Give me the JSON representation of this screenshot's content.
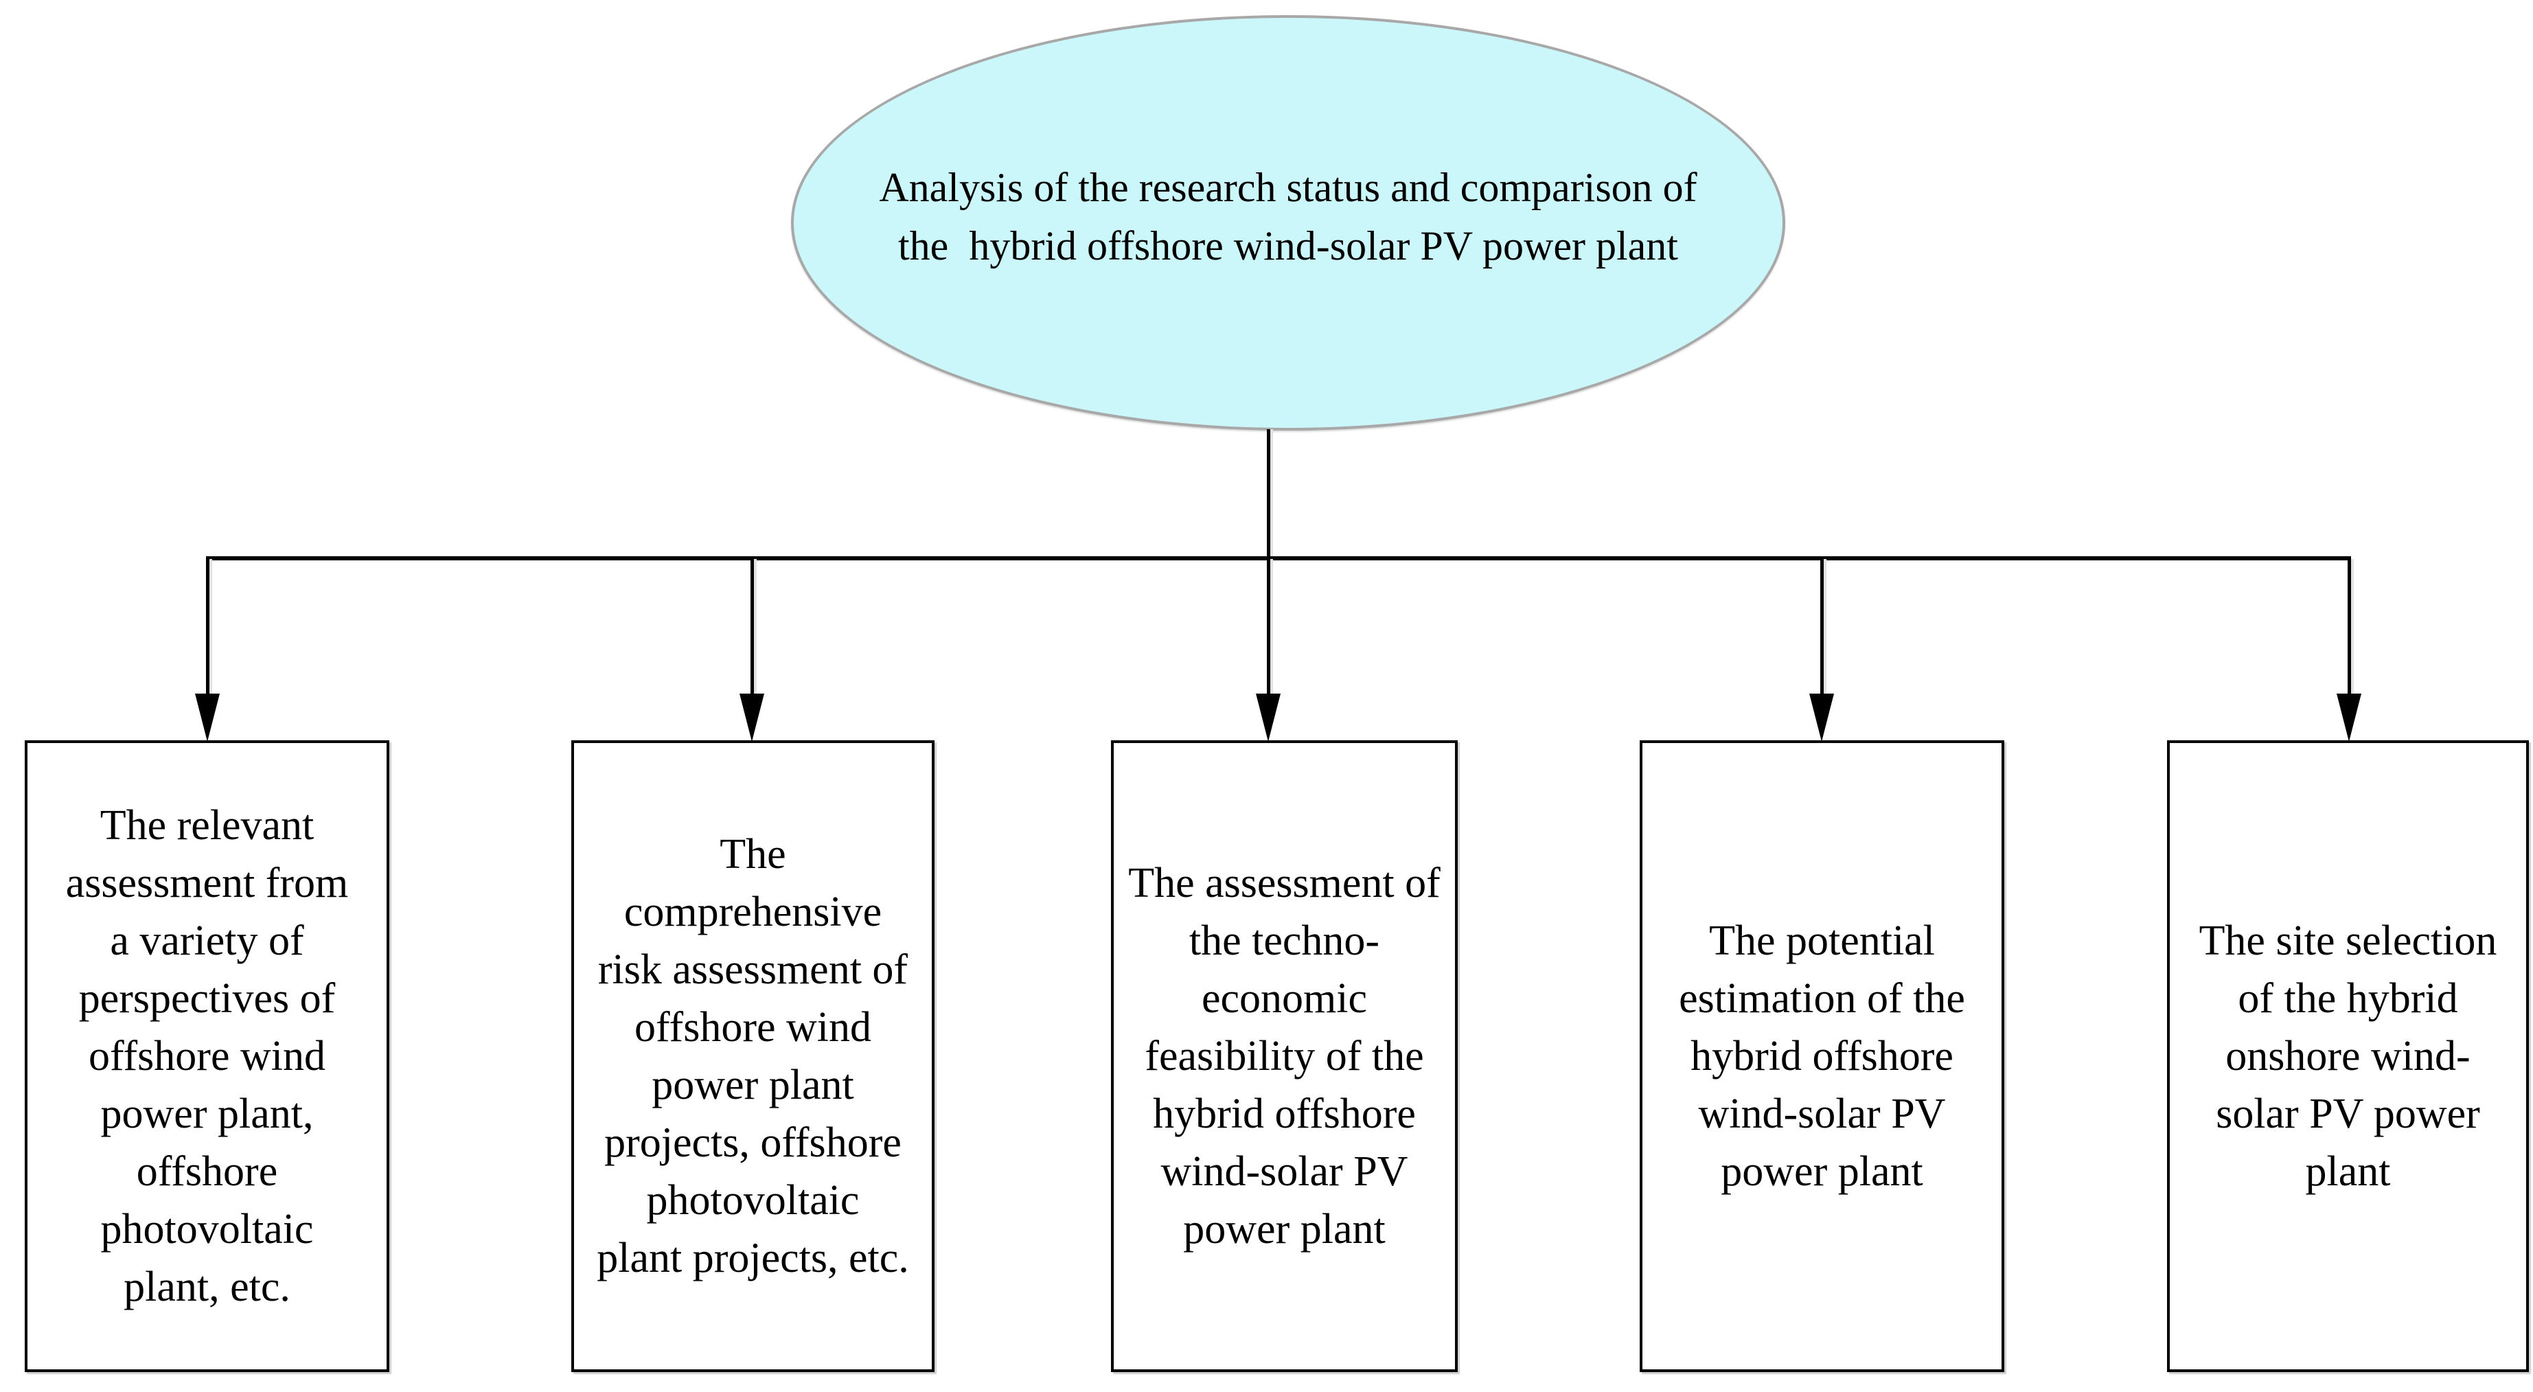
{
  "diagram": {
    "type": "hierarchy-flowchart",
    "colors": {
      "background": "#ffffff",
      "root_fill": "#ccf7fa",
      "root_border": "#a8a8a8",
      "box_border": "#000000",
      "connector": "#000000",
      "text": "#000000"
    },
    "root": {
      "lines": [
        "Analysis of the research status and comparison of",
        "the  hybrid offshore wind-solar PV power plant"
      ]
    },
    "children": [
      {
        "lines": [
          "The relevant",
          "assessment from",
          "a variety of",
          "perspectives of",
          "offshore wind",
          "power plant,",
          "offshore",
          "photovoltaic",
          "plant, etc."
        ]
      },
      {
        "lines": [
          "The",
          "comprehensive",
          "risk assessment of",
          "offshore wind",
          "power plant",
          "projects, offshore",
          "photovoltaic",
          "plant projects, etc."
        ]
      },
      {
        "lines": [
          "The assessment of",
          "the techno-",
          "economic",
          "feasibility of the",
          "hybrid offshore",
          "wind-solar PV",
          "power plant"
        ]
      },
      {
        "lines": [
          "The potential",
          "estimation of the",
          "hybrid offshore",
          "wind-solar PV",
          "power plant"
        ]
      },
      {
        "lines": [
          "The site selection",
          "of the hybrid",
          "onshore wind-",
          "solar PV power",
          "plant"
        ]
      }
    ]
  }
}
